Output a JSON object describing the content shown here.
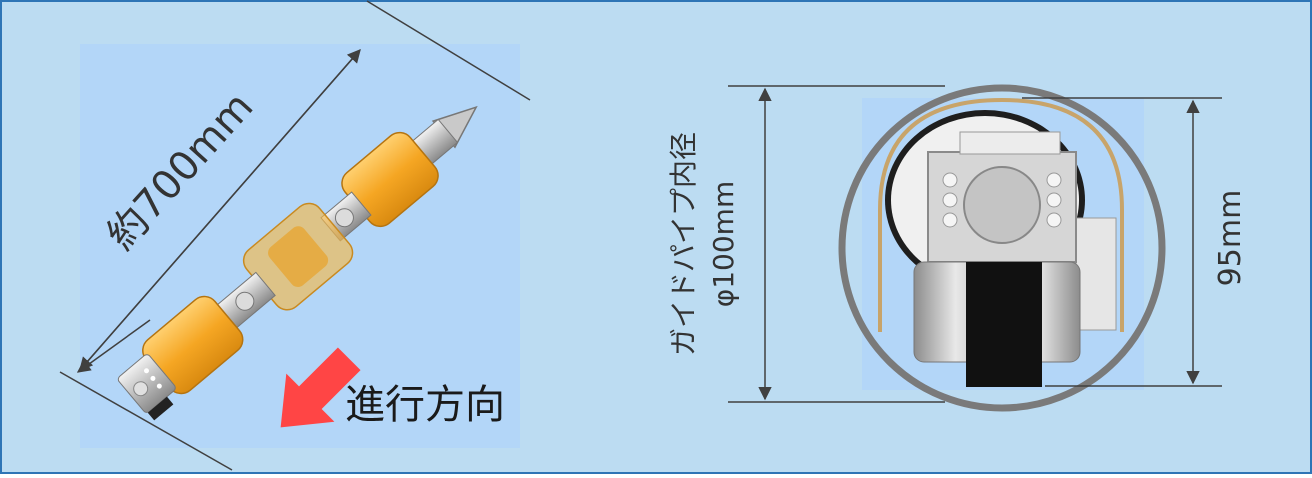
{
  "left_panel": {
    "length_label": "約700mm",
    "direction_label": "進行方向"
  },
  "right_panel": {
    "inner_diameter_label_line1": "ガイドパイプ内径",
    "inner_diameter_label_line2": "φ100mm",
    "height_label": "95mm"
  },
  "colors": {
    "background": "#bcdcf2",
    "border": "#2e75b6",
    "photo_bg": "#b3d6f8",
    "robot_orange": "#f5a623",
    "arrow_red": "#ff4545",
    "dimension_line": "#404040",
    "pipe_ring": "#7a7a7a"
  }
}
